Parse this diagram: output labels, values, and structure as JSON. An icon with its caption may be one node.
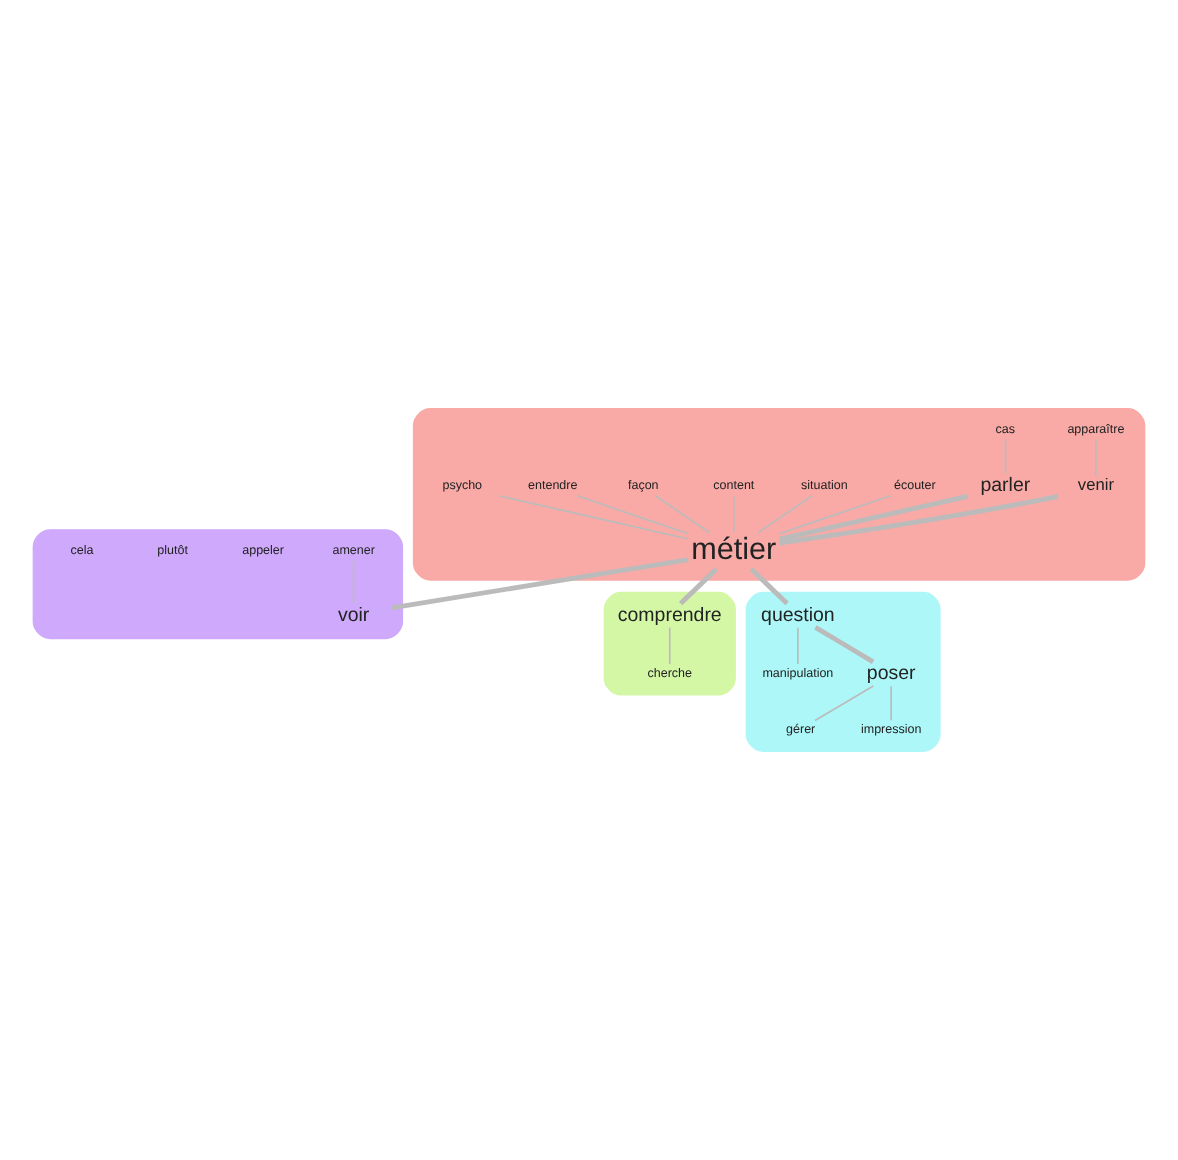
{
  "diagram": {
    "nodes": [
      {
        "text": [],
        "shape": "cloud"
      },
      {
        "text": [
          "apparaître"
        ],
        "in": 0
      },
      {
        "text": [
          "cas"
        ],
        "in": 0
      },
      {
        "text": [
          "venir"
        ],
        "in": 0
      },
      {
        "text": [
          "écouter"
        ],
        "in": 0
      },
      {
        "text": [
          "parler"
        ],
        "in": 0
      },
      {
        "text": [
          "situation"
        ],
        "in": 0
      },
      {
        "text": [
          "content"
        ],
        "in": 0
      },
      {
        "text": [
          "métier"
        ],
        "in": 0
      },
      {
        "text": [
          "façon"
        ],
        "in": 0
      },
      {
        "text": [
          "entendre"
        ],
        "in": 0
      },
      {
        "text": [
          "psycho"
        ],
        "in": 0
      },
      {
        "text": [],
        "shape": "cloud"
      },
      {
        "text": [
          "amener"
        ],
        "in": 12
      },
      {
        "text": [
          "voir"
        ],
        "in": 12
      },
      {
        "text": [
          "appeler"
        ],
        "in": 12
      },
      {
        "text": [
          "plutôt"
        ],
        "in": 12
      },
      {
        "text": [
          "cela"
        ],
        "in": 12
      },
      {
        "text": [],
        "shape": "cloud"
      },
      {
        "text": [
          "comprendre"
        ],
        "in": 18
      },
      {
        "text": [
          "cherche"
        ],
        "in": 18
      },
      {
        "text": [],
        "shape": "cloud"
      },
      {
        "text": [
          "question"
        ],
        "in": 21
      },
      {
        "text": [
          "manipulation"
        ],
        "in": 21
      },
      {
        "text": [
          "poser"
        ],
        "in": 21
      },
      {
        "text": [
          "gérer"
        ],
        "in": 21
      },
      {
        "text": [
          "impression"
        ],
        "in": 21
      }
    ],
    "edges": [
      {
        "from": 1,
        "to": 3,
        "arrow": "none"
      },
      {
        "from": 3,
        "to": 8,
        "arrow": "none",
        "style": "thick"
      },
      {
        "from": 2,
        "to": 5,
        "arrow": "none"
      },
      {
        "from": 5,
        "to": 8,
        "arrow": "none",
        "style": "thick"
      },
      {
        "from": 4,
        "to": 8,
        "arrow": "none"
      },
      {
        "from": 6,
        "to": 8,
        "arrow": "none"
      },
      {
        "from": 7,
        "to": 8,
        "arrow": "none"
      },
      {
        "from": 9,
        "to": 8,
        "arrow": "none"
      },
      {
        "from": 8,
        "to": 14,
        "arrow": "none",
        "style": "thick"
      },
      {
        "from": 10,
        "to": 8,
        "arrow": "none"
      },
      {
        "from": 11,
        "to": 8,
        "arrow": "none"
      },
      {
        "from": 8,
        "to": 19,
        "arrow": "none",
        "style": "thick"
      },
      {
        "from": 19,
        "to": 20,
        "arrow": "none"
      },
      {
        "from": 8,
        "to": 22,
        "arrow": "none",
        "style": "thick"
      },
      {
        "from": 22,
        "to": 24,
        "arrow": "none",
        "style": "thick"
      },
      {
        "from": 24,
        "to": 25,
        "arrow": "none"
      },
      {
        "from": 24,
        "to": 26,
        "arrow": "none"
      },
      {
        "from": 22,
        "to": 23,
        "arrow": "none"
      },
      {
        "from": 13,
        "to": 14,
        "arrow": "none"
      }
    ]
  }
}
